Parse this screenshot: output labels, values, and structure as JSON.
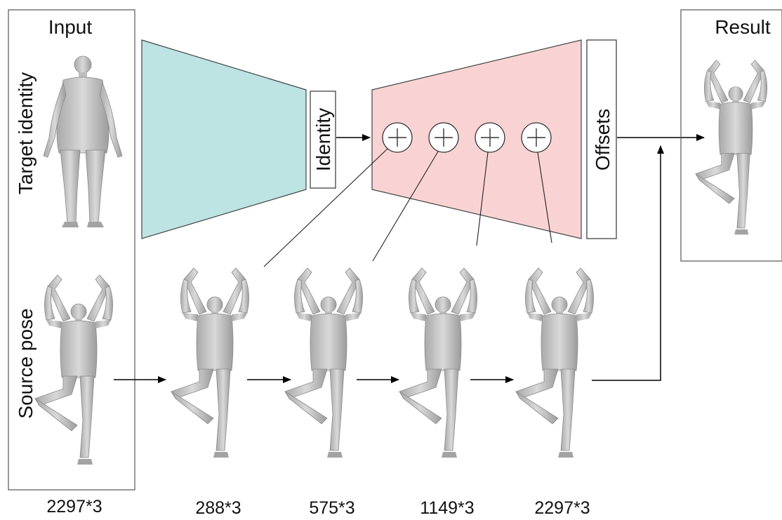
{
  "input": {
    "title": "Input",
    "row1_label": "Target identity",
    "row2_label": "Source pose",
    "resolution": "2297*3"
  },
  "encoder": {
    "color": "#bde3e3",
    "output_label": "Identity"
  },
  "decoder": {
    "color": "#f9d3d3",
    "output_label": "Offsets",
    "fusion_nodes": 4
  },
  "pose_stages": [
    {
      "resolution": "288*3"
    },
    {
      "resolution": "575*3"
    },
    {
      "resolution": "1149*3"
    },
    {
      "resolution": "2297*3"
    }
  ],
  "result": {
    "title": "Result"
  },
  "icons": {
    "fusion": "circled-plus-icon",
    "mesh": "human-mesh-icon"
  }
}
